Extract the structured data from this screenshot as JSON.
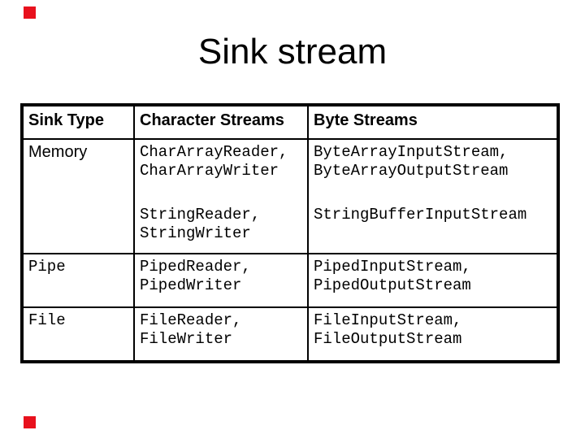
{
  "slide_title": "Sink stream",
  "decor": {
    "corner_square_color": "#e8111d",
    "corner_square_style": "background:#e8111d"
  },
  "table": {
    "columns": [
      "Sink Type",
      "Character Streams",
      "Byte Streams"
    ],
    "rows": [
      {
        "type": "Memory",
        "char": [
          "CharArrayReader,",
          "CharArrayWriter",
          "",
          "StringReader,",
          "StringWriter"
        ],
        "byte": [
          "ByteArrayInputStream,",
          "ByteArrayOutputStream",
          "",
          "StringBufferInputStream"
        ]
      },
      {
        "type": "Pipe",
        "char": [
          "PipedReader,",
          "PipedWriter"
        ],
        "byte": [
          "PipedInputStream,",
          "PipedOutputStream"
        ]
      },
      {
        "type": "File",
        "char": [
          "FileReader,",
          "FileWriter"
        ],
        "byte": [
          "FileInputStream,",
          "FileOutputStream"
        ]
      }
    ]
  }
}
